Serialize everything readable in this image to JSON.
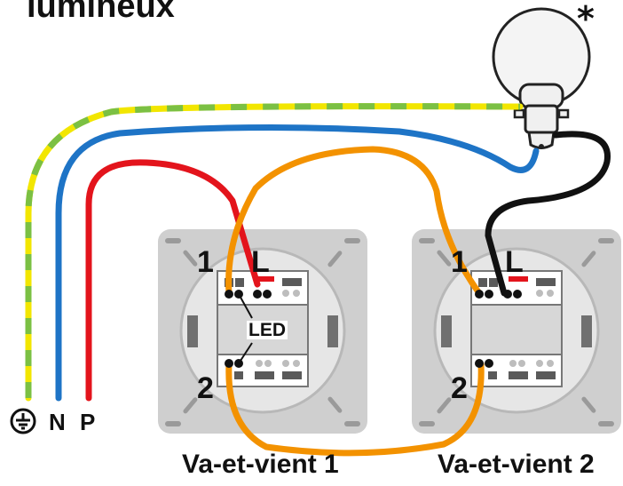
{
  "title": "lumineux",
  "lamp_marker": "*",
  "wires": {
    "colors": {
      "earth_yellow": "#f2e600",
      "earth_green": "#7bc043",
      "neutral": "#1e74c6",
      "phase": "#e3141c",
      "traveler": "#f39200",
      "return": "#111111"
    }
  },
  "terminals": {
    "earth": {
      "label": "earth-symbol-icon"
    },
    "neutral": {
      "label": "N"
    },
    "phase": {
      "label": "P"
    }
  },
  "switch1": {
    "caption": "Va-et-vient 1",
    "label_1": "1",
    "label_L": "L",
    "label_2": "2",
    "led_label": "LED"
  },
  "switch2": {
    "caption": "Va-et-vient 2",
    "label_1": "1",
    "label_L": "L",
    "label_2": "2"
  },
  "colors": {
    "plate": "#cfcfcf",
    "plate_dark": "#a9a9a9",
    "block": "#5a5a5a",
    "red_terminal": "#e3141c"
  }
}
